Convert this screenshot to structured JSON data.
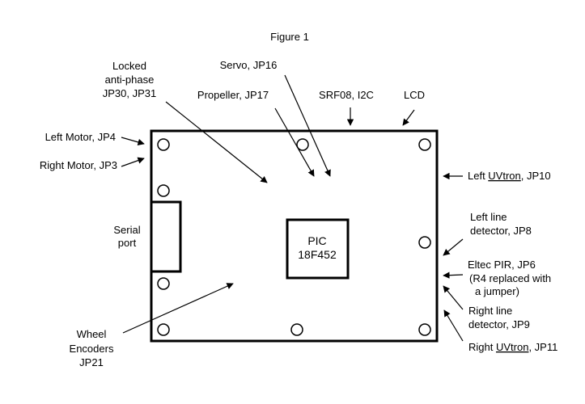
{
  "figure_title": "Figure 1",
  "chip": {
    "line1": "PIC",
    "line2": "18F452"
  },
  "serial_port": {
    "line1": "Serial",
    "line2": "port"
  },
  "labels": {
    "locked": {
      "line1": "Locked",
      "line2": "anti-phase",
      "line3": "JP30, JP31"
    },
    "servo": "Servo, JP16",
    "propeller": "Propeller, JP17",
    "srf08": "SRF08, I2C",
    "lcd": "LCD",
    "left_motor": "Left Motor, JP4",
    "right_motor": "Right Motor, JP3",
    "left_uvtron": {
      "prefix": "Left ",
      "word": "UVtron",
      "suffix": ", JP10"
    },
    "left_line": {
      "line1": "Left line",
      "line2": "detector, JP8"
    },
    "eltec": {
      "line1": "Eltec PIR, JP6",
      "line2": "(R4 replaced with",
      "line3": "a jumper)"
    },
    "right_line": {
      "line1": "Right line",
      "line2": "detector, JP9"
    },
    "right_uvtron": {
      "prefix": "Right ",
      "word": "UVtron",
      "suffix": ", JP11"
    },
    "wheel": {
      "line1": "Wheel",
      "line2": "Encoders",
      "line3": "JP21"
    }
  },
  "colors": {
    "ink": "#000000",
    "background": "#ffffff",
    "spellcheck": "#d00000"
  }
}
